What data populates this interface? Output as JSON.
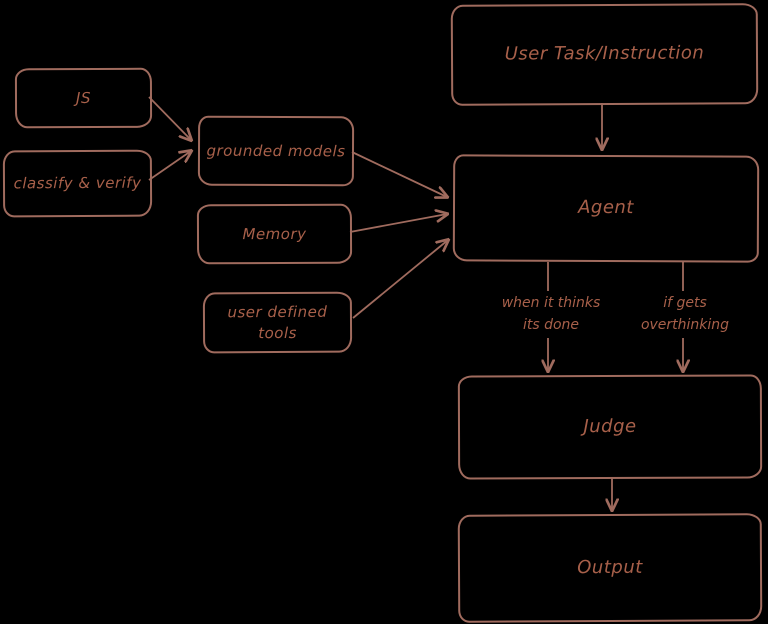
{
  "diagram": {
    "background_color": "#000000",
    "stroke_color": "#a06b5e",
    "text_color": "#a8604a",
    "nodes": {
      "user_task": {
        "label": "User Task/Instruction"
      },
      "agent": {
        "label": "Agent"
      },
      "js": {
        "label": "JS"
      },
      "classify_verify": {
        "label": "classify & verify"
      },
      "grounded_models": {
        "label": "grounded models"
      },
      "memory": {
        "label": "Memory"
      },
      "user_defined_tools": {
        "label": "user defined tools"
      },
      "judge": {
        "label": "Judge"
      },
      "output": {
        "label": "Output"
      }
    },
    "edge_labels": {
      "done": {
        "line1": "when it thinks",
        "line2": "its done"
      },
      "overthinking": {
        "line1": "if gets",
        "line2": "overthinking"
      }
    }
  }
}
